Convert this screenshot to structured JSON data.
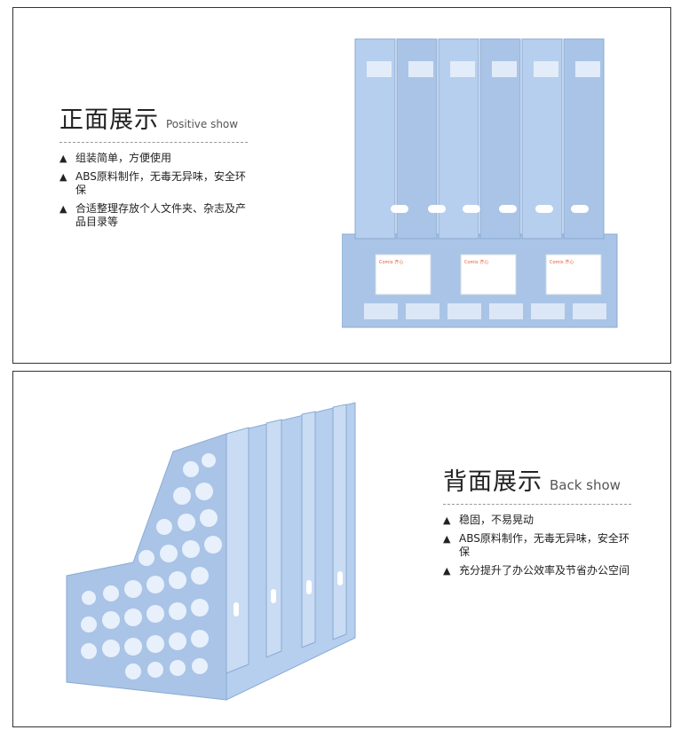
{
  "front": {
    "title_cn": "正面展示",
    "title_en": "Positive show",
    "features": [
      {
        "text": "组装简单，方便使用"
      },
      {
        "text": "ABS原料制作，无毒无异味，安全环保"
      },
      {
        "text": "合适整理存放个人文件夹、杂志及产品目录等"
      }
    ],
    "label_brand": "Comix 齐心"
  },
  "back": {
    "title_cn": "背面展示",
    "title_en": "Back show",
    "features": [
      {
        "text": "稳固，不易晃动"
      },
      {
        "text": "ABS原料制作，无毒无异味，安全环保"
      },
      {
        "text": "充分提升了办公效率及节省办公空间"
      }
    ]
  },
  "bullet_glyph": "▲",
  "colors": {
    "product_blue": "#a9c4e6",
    "product_shadow": "#8aaad3",
    "product_light": "#c9dcf3",
    "border": "#333333"
  }
}
